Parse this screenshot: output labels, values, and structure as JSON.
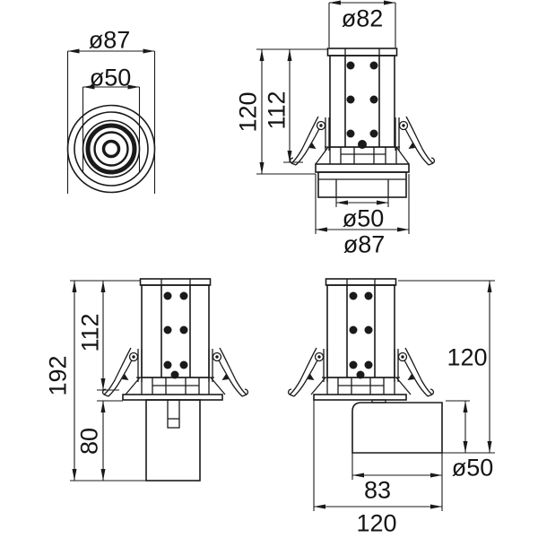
{
  "drawing": {
    "background_color": "#ffffff",
    "line_color": "#1a1a1a",
    "views": {
      "top_view": {
        "outer_diameter": "ø87",
        "cutout_diameter": "ø50"
      },
      "front_view": {
        "body_diameter": "ø82",
        "total_height": "120",
        "recess_depth": "112",
        "cutout_diameter": "ø50",
        "flange_diameter": "ø87"
      },
      "side_view_rear_driver": {
        "recess_depth": "112",
        "total_depth": "192",
        "driver_depth": "80"
      },
      "side_view_side_driver": {
        "recess_height": "120",
        "driver_diameter": "ø50",
        "driver_length": "83",
        "driver_total_width": "120"
      }
    }
  }
}
